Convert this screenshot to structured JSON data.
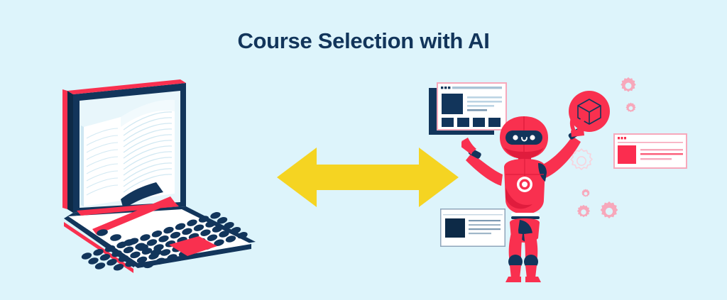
{
  "page": {
    "title": "Course Selection with AI",
    "background_color": "#ddf4fb"
  },
  "palette": {
    "background": "#ddf4fb",
    "title_navy": "#12355b",
    "navy": "#12355b",
    "navy_dark": "#0d2a47",
    "red": "#f9304f",
    "red_light": "#fb4a63",
    "pink_soft": "#f7a8bb",
    "yellow": "#f5d422",
    "white": "#ffffff",
    "page_blue": "#e8f6fb",
    "gray_line": "#8fa6bb"
  },
  "illustration": {
    "name": "course-selection-with-ai-illustration",
    "laptop": {
      "name": "laptop-with-open-book",
      "screen_content": "open-book",
      "body_color": "#12355b",
      "accent_color": "#f9304f",
      "deck_color": "#ffffff",
      "key_color": "#12355b",
      "trackpad_color": "#f9304f"
    },
    "arrow": {
      "name": "double-headed-arrow",
      "direction": "left-right",
      "color": "#f5d422"
    },
    "robot": {
      "name": "ai-robot",
      "body_color": "#f9304f",
      "visor_color": "#12355b",
      "eye_color": "#ffffff",
      "expression": "smile",
      "holding": "cube-badge",
      "left_arm": "pointing-left",
      "right_arm": "raised-peace-sign"
    },
    "cube_badge": {
      "name": "cube-badge",
      "shape": "circle",
      "circle_color": "#f9304f",
      "icon": "cube-icon",
      "icon_color": "#12355b"
    },
    "cards": [
      {
        "name": "browser-card-top",
        "style": "navy",
        "border_color": "#f7a8bb",
        "shadow_color": "#12355b",
        "thumbnail_count": 4,
        "text_line_count": 3,
        "dot_count": 3
      },
      {
        "name": "browser-card-right",
        "style": "pink",
        "border_color": "#f7a8bb",
        "thumbnail_count": 1,
        "text_line_count": 3,
        "dot_count": 3
      },
      {
        "name": "browser-card-bottom",
        "style": "gray",
        "border_color": "#8fa6bb",
        "thumbnail_count": 1,
        "text_line_count": 4,
        "dot_count": 0
      }
    ],
    "gears": [
      {
        "name": "gear-large-top-right",
        "fill": "#f7a8bb",
        "size": "large"
      },
      {
        "name": "gear-small-top-right",
        "fill": "#f7a8bb",
        "size": "small"
      },
      {
        "name": "gear-outline-mid",
        "fill": "none",
        "size": "medium"
      },
      {
        "name": "gear-tiny-lower",
        "fill": "#f7a8bb",
        "size": "tiny"
      },
      {
        "name": "gear-small-lower-left",
        "fill": "#f7a8bb",
        "size": "small"
      },
      {
        "name": "gear-medium-lower-right",
        "fill": "#f7a8bb",
        "size": "medium"
      }
    ]
  }
}
